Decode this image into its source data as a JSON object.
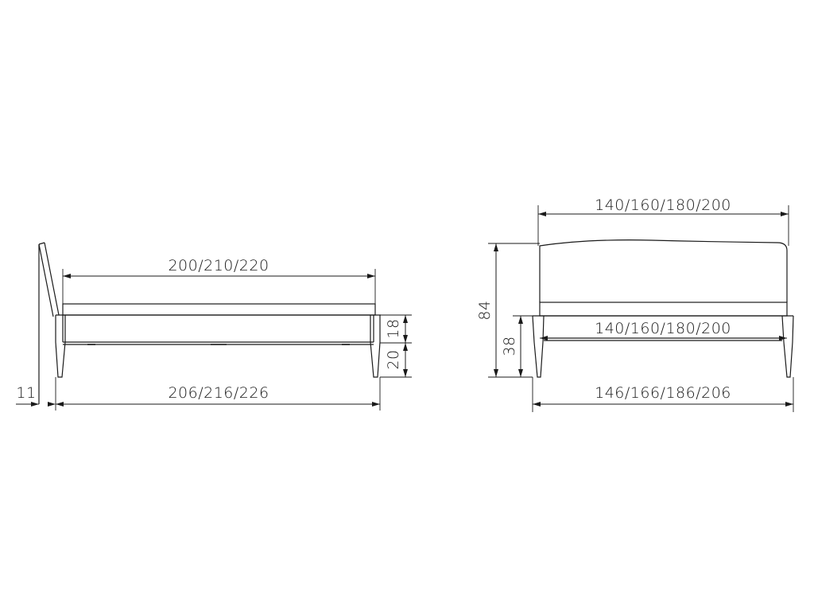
{
  "side_view": {
    "mattress_length": "200/210/220",
    "overall_length": "206/216/226",
    "frame_height": "18",
    "leg_height": "20",
    "headboard_offset": "11"
  },
  "front_view": {
    "headboard_width": "140/160/180/200",
    "mattress_width": "140/160/180/200",
    "overall_width": "146/166/186/206",
    "total_height": "84",
    "frame_top_height": "38"
  }
}
